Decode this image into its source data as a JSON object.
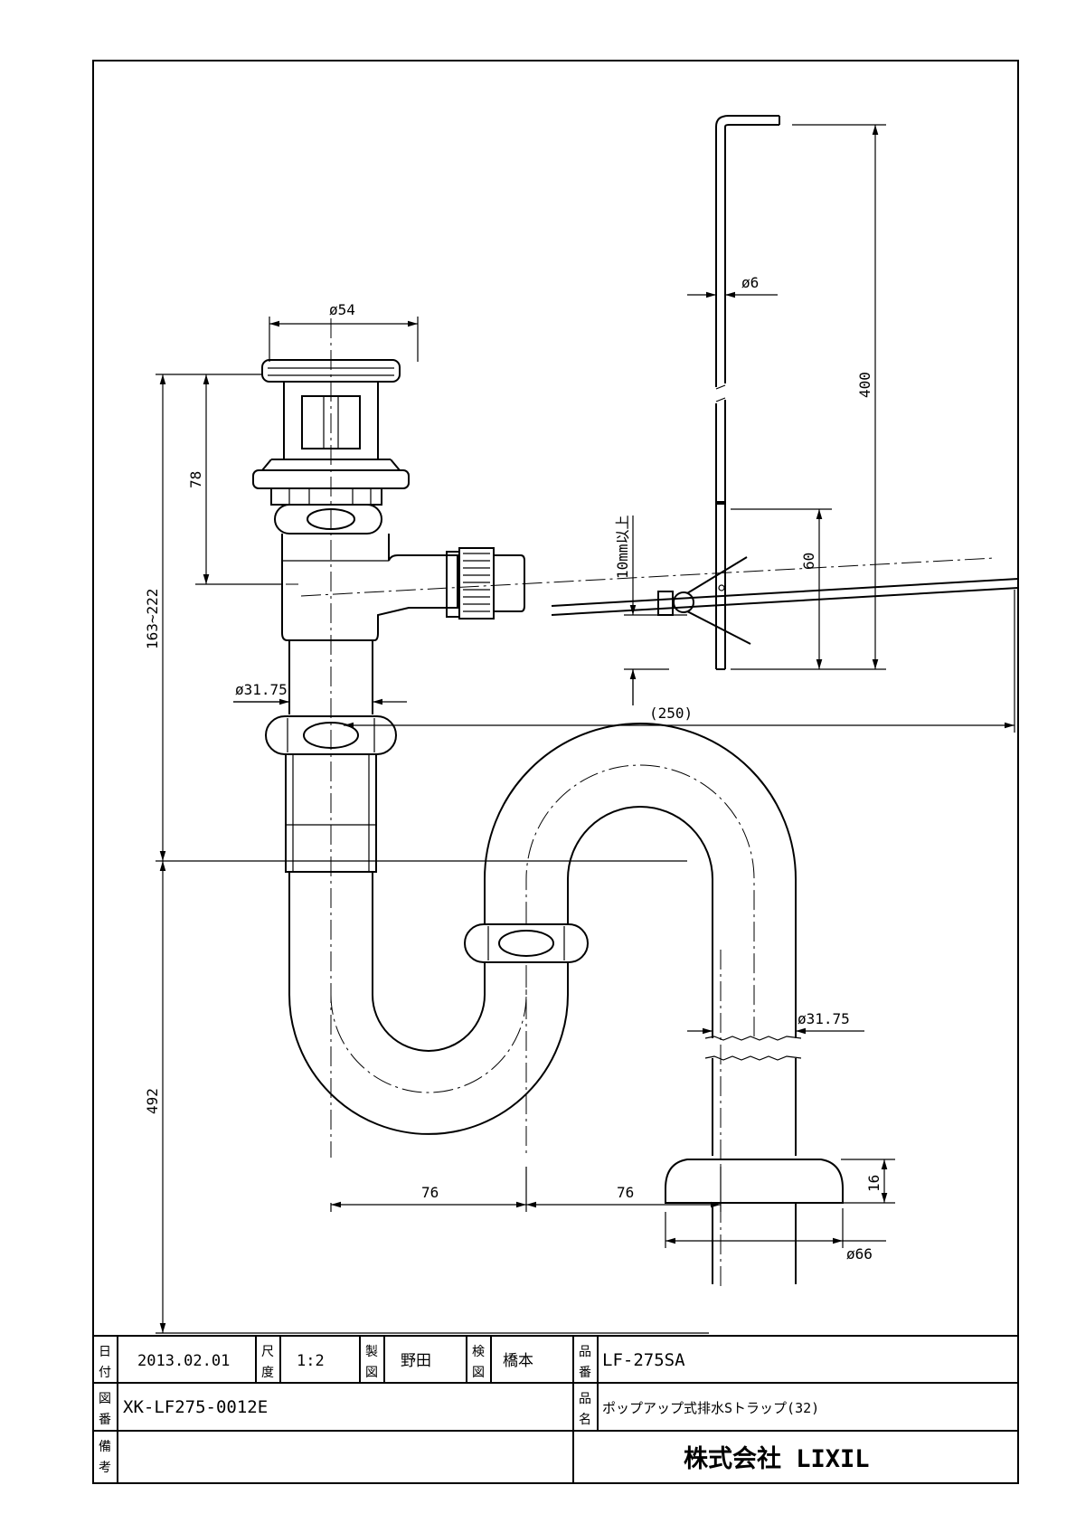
{
  "dimensions": {
    "d_flange": "ø54",
    "d_rod": "ø6",
    "h_rod": "400",
    "h_78": "78",
    "h_range": "163~222",
    "h_60": "60",
    "h_min": "10mm以上",
    "d_tail": "ø31.75",
    "len_250": "(250)",
    "d_outlet": "ø31.75",
    "h_492": "492",
    "w_76a": "76",
    "w_76b": "76",
    "h_16": "16",
    "d_66": "ø66"
  },
  "title_block": {
    "date_label": [
      "日",
      "付"
    ],
    "date": "2013.02.01",
    "scale_label": [
      "尺",
      "度"
    ],
    "scale": "1:2",
    "drawn_label": [
      "製",
      "図"
    ],
    "drawn_by": "野田",
    "checked_label": [
      "検",
      "図"
    ],
    "checked_by": "橋本",
    "part_no_label": [
      "品",
      "番"
    ],
    "part_no": "LF-275SA",
    "drawing_no_label": [
      "図",
      "番"
    ],
    "drawing_no": "XK-LF275-0012E",
    "part_name_label": [
      "品",
      "名"
    ],
    "part_name": "ポップアップ式排水Sトラップ(32)",
    "notes_label": [
      "備",
      "考"
    ],
    "company": "株式会社 LIXIL"
  }
}
